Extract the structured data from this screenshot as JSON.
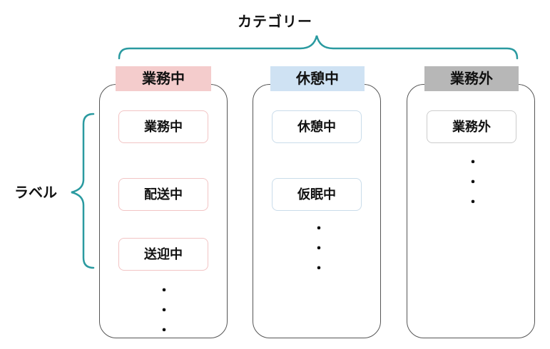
{
  "category_label": "カテゴリー",
  "label_label": "ラベル",
  "colors": {
    "brace": "#2a9aa0",
    "work_header": "#f4cccc",
    "work_border": "#f2c4c4",
    "rest_header": "#cfe2f3",
    "rest_border": "#c9dcea",
    "off_header": "#b7b7b7",
    "off_border": "#cccccc"
  },
  "columns": [
    {
      "header": "業務中",
      "labels": [
        "業務中",
        "配送中",
        "送迎中"
      ],
      "more": "・"
    },
    {
      "header": "休憩中",
      "labels": [
        "休憩中",
        "仮眠中"
      ],
      "more": "・"
    },
    {
      "header": "業務外",
      "labels": [
        "業務外"
      ],
      "more": "・"
    }
  ]
}
